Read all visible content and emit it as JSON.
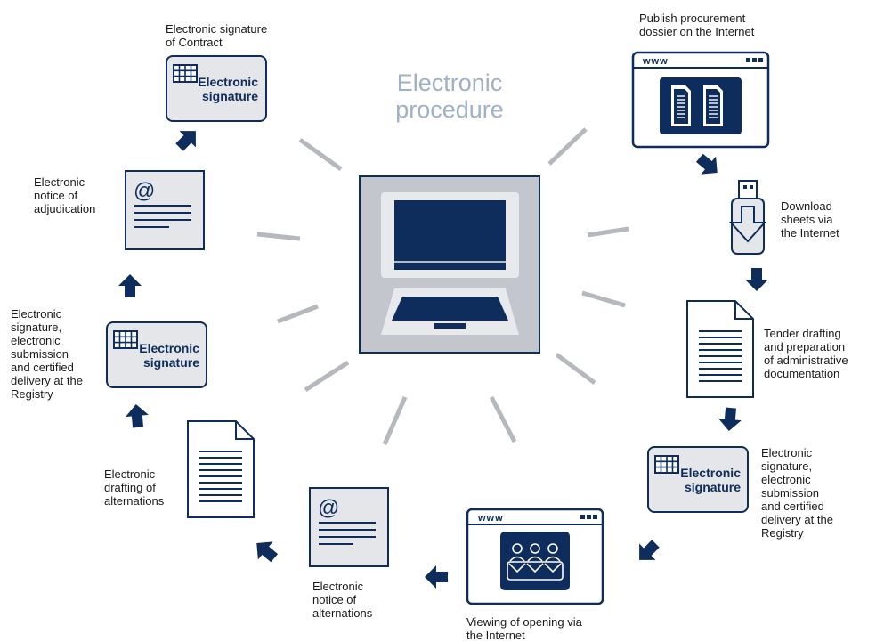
{
  "title": "Electronic\nprocedure",
  "colors": {
    "navy": "#0f2d5c",
    "light_gray": "#e4e6ea",
    "ray_gray": "#b5b8bc",
    "title_blue": "#9fb0c8",
    "laptop_frame": "#c4c6ce"
  },
  "icons": {
    "laptop": "laptop-icon",
    "browser": "browser-window-icon",
    "usb": "usb-drive-icon",
    "document": "document-icon",
    "signature": "electronic-signature-icon",
    "email": "email-notice-icon",
    "arrow": "arrow-icon"
  },
  "steps": [
    {
      "id": "publish",
      "label": "Publish procurement\ndossier on the Internet",
      "browser_text": "www"
    },
    {
      "id": "download",
      "label": "Download\nsheets via\nthe Internet"
    },
    {
      "id": "tender",
      "label": "Tender drafting\nand preparation\nof administrative\ndocumentation"
    },
    {
      "id": "signature_right",
      "label": "Electronic\nsignature,\nelectronic\nsubmission\nand certified\ndelivery at the\nRegistry",
      "box_text": "Electronic\nsignature"
    },
    {
      "id": "opening",
      "label": "Viewing of opening via\nthe Internet",
      "browser_text": "www"
    },
    {
      "id": "notice_alternations",
      "label": "Electronic\nnotice of\nalternations",
      "box_text": "@"
    },
    {
      "id": "drafting_alternations",
      "label": "Electronic\ndrafting of\nalternations"
    },
    {
      "id": "signature_left",
      "label": "Electronic\nsignature,\nelectronic\nsubmission\nand certified\ndelivery at the\nRegistry",
      "box_text": "Electronic\nsignature"
    },
    {
      "id": "notice_adjudication",
      "label": "Electronic\nnotice of\nadjudication",
      "box_text": "@"
    },
    {
      "id": "signature_contract",
      "label": "Electronic signature\nof Contract",
      "box_text": "Electronic\nsignature"
    }
  ]
}
